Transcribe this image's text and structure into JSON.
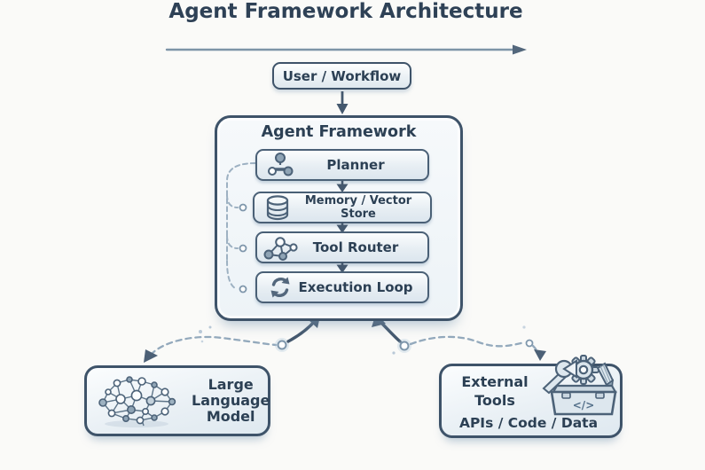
{
  "title": "Agent Framework Architecture",
  "user_workflow": {
    "label": "User / Workflow"
  },
  "framework": {
    "title": "Agent Framework",
    "modules": [
      {
        "label": "Planner",
        "icon": "tree-nodes-icon"
      },
      {
        "label": "Memory / Vector Store",
        "icon": "database-icon"
      },
      {
        "label": "Tool Router",
        "icon": "network-graph-icon"
      },
      {
        "label": "Execution Loop",
        "icon": "sync-loop-icon"
      }
    ]
  },
  "llm": {
    "line1": "Large",
    "line2": "Language",
    "line3": "Model",
    "icon": "brain-network-icon"
  },
  "external_tools": {
    "line1": "External",
    "line2": "Tools",
    "line3": "APIs / Code / Data",
    "icon": "toolbox-icon",
    "code_glyph": "</>"
  },
  "colors": {
    "background": "#fafaf8",
    "ink": "#2c4054",
    "border": "#3e5369",
    "dashed_line": "#9db1c2",
    "arrow_solid": "#44586e",
    "fill_light": "#fbfdfe",
    "fill_shade": "#dde7ee"
  }
}
